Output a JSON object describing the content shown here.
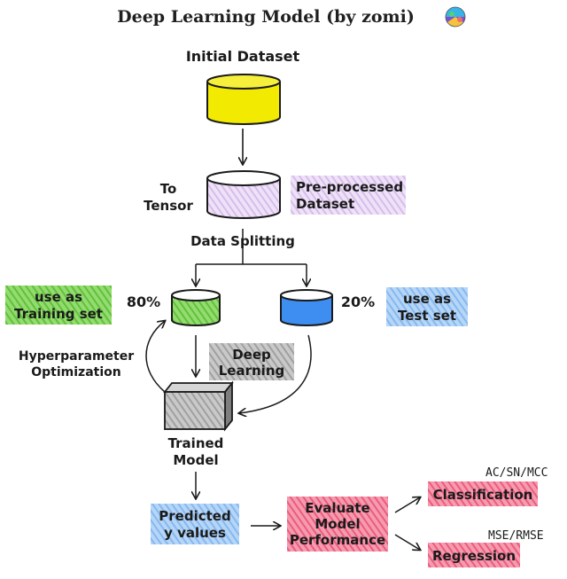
{
  "title": "Deep Learning Model (by zomi)",
  "logo_icon": "colorful-globe-logo",
  "nodes": {
    "initial_dataset": "Initial Dataset",
    "to_tensor_1": "To",
    "to_tensor_2": "Tensor",
    "preprocessed_1": "Pre-processed",
    "preprocessed_2": "Dataset",
    "data_splitting": "Data Splitting",
    "training_label_1": "use as",
    "training_label_2": "Training set",
    "training_pct": "80%",
    "test_pct": "20%",
    "test_label_1": "use as",
    "test_label_2": "Test set",
    "hyper_1": "Hyperparameter",
    "hyper_2": "Optimization",
    "deep_1": "Deep",
    "deep_2": "Learning",
    "trained_1": "Trained",
    "trained_2": "Model",
    "predicted_1": "Predicted",
    "predicted_2": "y values",
    "evaluate_1": "Evaluate",
    "evaluate_2": "Model",
    "evaluate_3": "Performance",
    "classification_metrics": "AC/SN/MCC",
    "classification": "Classification",
    "regression_metrics": "MSE/RMSE",
    "regression": "Regression"
  },
  "colors": {
    "yellow": "#f2ea00",
    "purple": "#dcc4ee",
    "green": "#6fcc4a",
    "blue": "#3d8ef0",
    "light_blue": "#8ebff2",
    "gray": "#a8a8a8",
    "pink": "#f06a86"
  }
}
